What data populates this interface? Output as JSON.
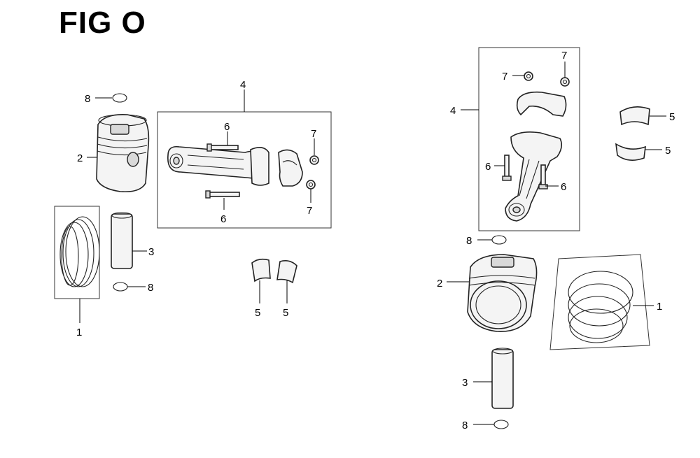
{
  "figure": {
    "title": "FIG O"
  },
  "callouts": {
    "left": {
      "ring_set": "1",
      "piston": "2",
      "piston_pin": "3",
      "connecting_rod_assy": "4",
      "bearing_a": "5",
      "bearing_b": "5",
      "rod_bolt_upper": "6",
      "rod_bolt_lower": "6",
      "nut_upper": "7",
      "nut_lower": "7",
      "clip_upper": "8",
      "clip_lower": "8"
    },
    "right": {
      "ring_set": "1",
      "piston": "2",
      "piston_pin": "3",
      "connecting_rod_assy": "4",
      "bearing_a": "5",
      "bearing_b": "5",
      "rod_bolt_left": "6",
      "rod_bolt_right": "6",
      "nut_left": "7",
      "nut_right": "7",
      "clip_upper": "8",
      "clip_lower": "8"
    }
  }
}
